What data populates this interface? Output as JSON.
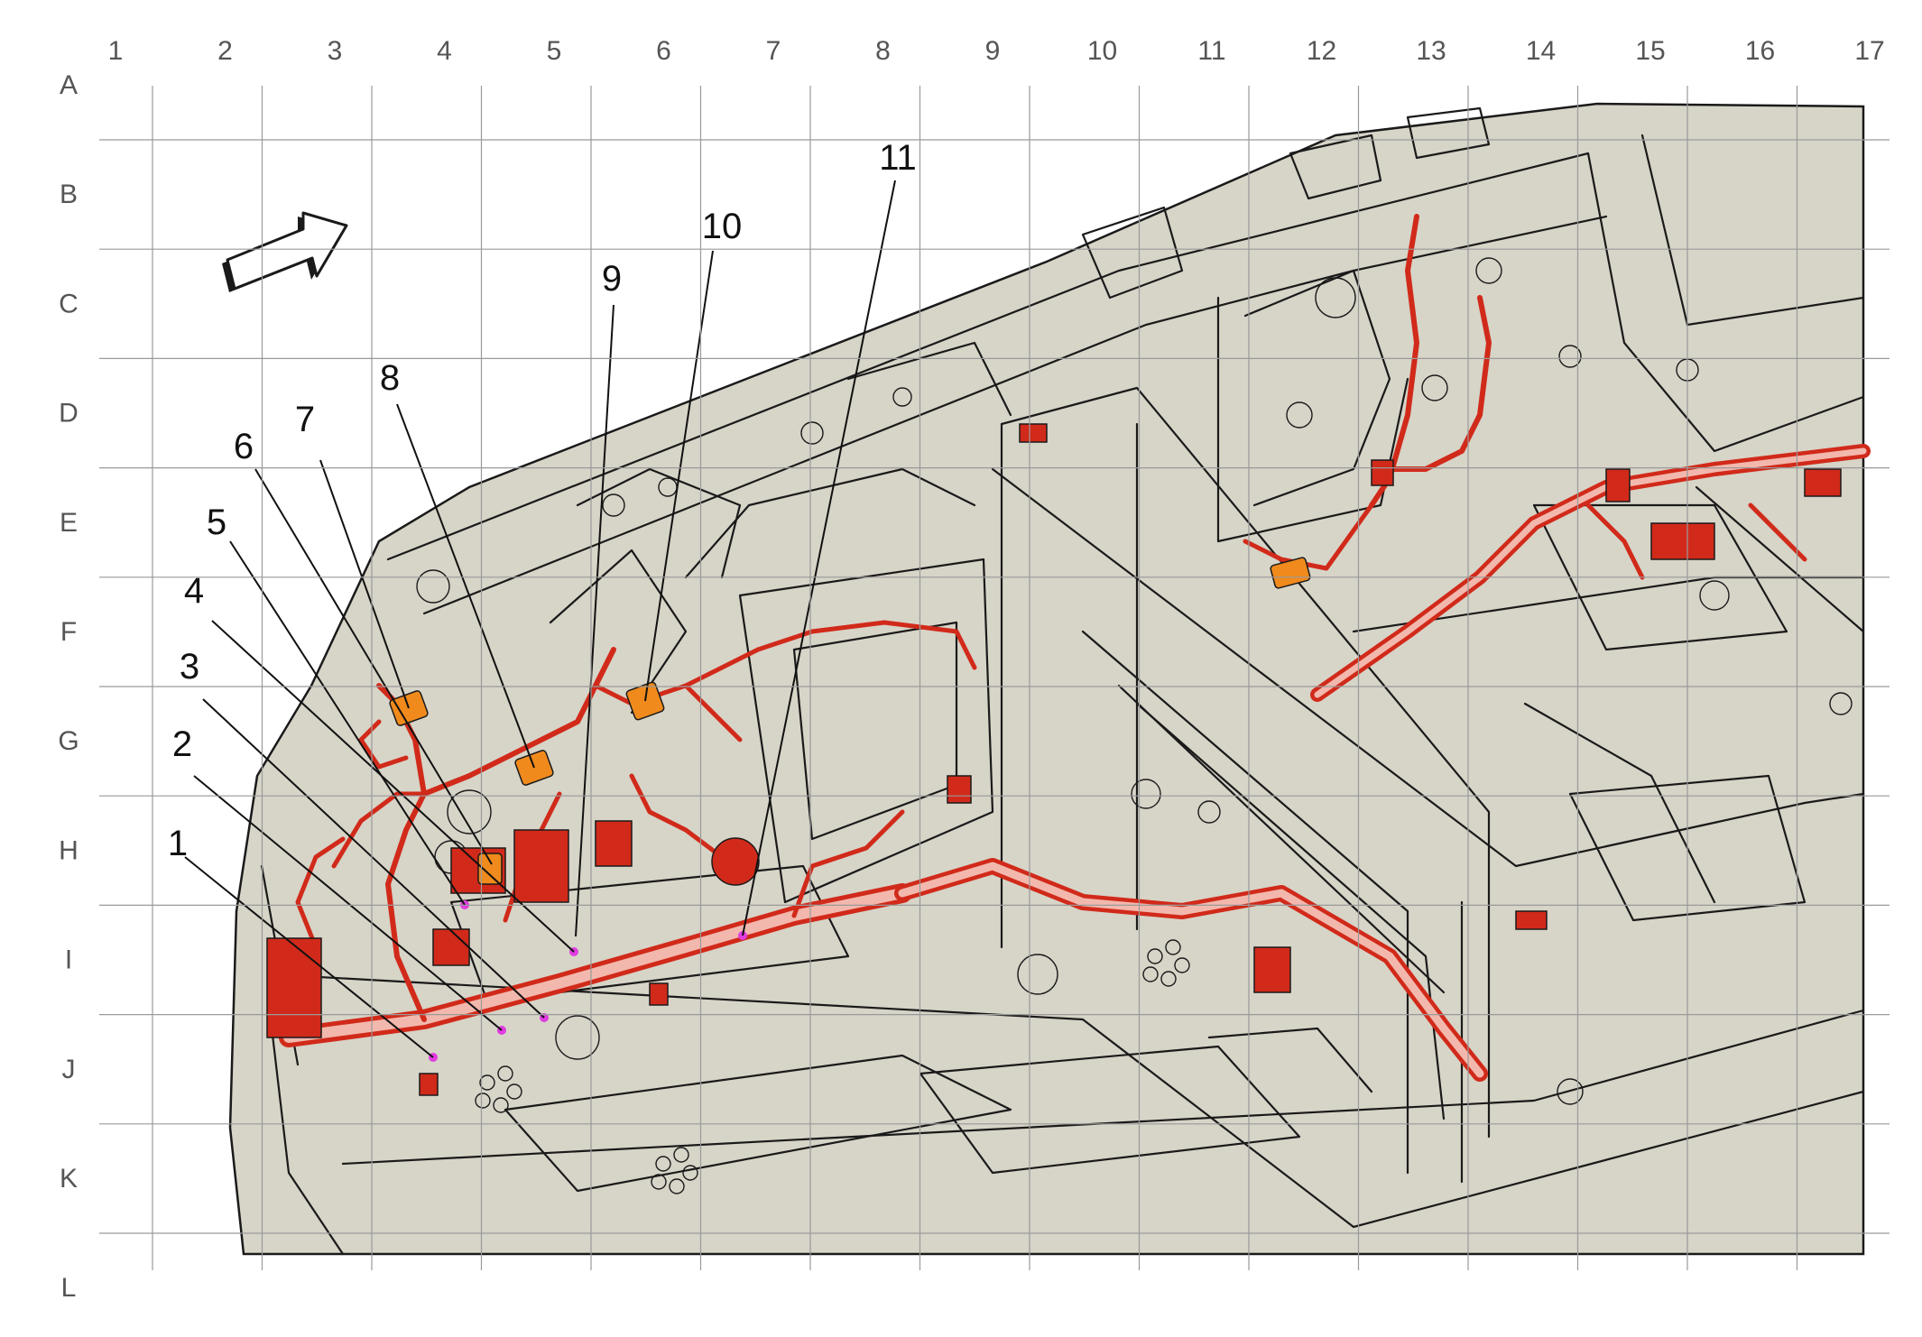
{
  "grid": {
    "columns": [
      "1",
      "2",
      "3",
      "4",
      "5",
      "6",
      "7",
      "8",
      "9",
      "10",
      "11",
      "12",
      "13",
      "14",
      "15",
      "16",
      "17"
    ],
    "rows": [
      "A",
      "B",
      "C",
      "D",
      "E",
      "F",
      "G",
      "H",
      "I",
      "J",
      "K",
      "L"
    ]
  },
  "callouts": [
    "1",
    "2",
    "3",
    "4",
    "5",
    "6",
    "7",
    "8",
    "9",
    "10",
    "11"
  ],
  "colors": {
    "background": "#ffffff",
    "body_fill": "#d7d4c8",
    "outline": "#1a1a1a",
    "harness": "#d12a1a",
    "harness_highlight": "#f07860",
    "connector": "#f08a1c",
    "marker": "#e03ce0",
    "grid": "#9a9a9a"
  },
  "icons": {
    "orientation": "direction-arrow-icon"
  }
}
